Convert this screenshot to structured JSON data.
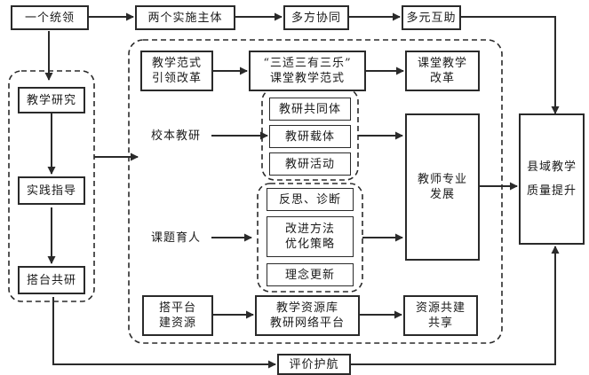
{
  "nodes": {
    "unified_leadership": "一个统领",
    "two_subjects": "两个实施主体",
    "multi_coordination": "多方协同",
    "diversified_mutual_aid": "多元互助",
    "teaching_research": "教学研究",
    "practice_guidance": "实践指导",
    "platform_co_research": "搭台共研",
    "model_leads_reform": "教学范式\n引领改革",
    "three_fit_model": "“三适三有三乐”\n课堂教学范式",
    "classroom_reform": "课堂教学\n改革",
    "school_based_research": "校本教研",
    "research_community": "教研共同体",
    "research_carrier": "教研载体",
    "research_activity": "教研活动",
    "teacher_development": "教师专业\n发展",
    "county_quality": "县域教学\n质量提升",
    "topic_training": "课题育人",
    "reflection_diagnosis": "反思、诊断",
    "improve_methods": "改进方法\n优化策略",
    "concept_update": "理念更新",
    "build_platform": "搭平台\n建资源",
    "resource_platform": "教学资源库\n教研网络平台",
    "resource_sharing": "资源共建\n共享",
    "evaluation_escort": "评价护航"
  }
}
